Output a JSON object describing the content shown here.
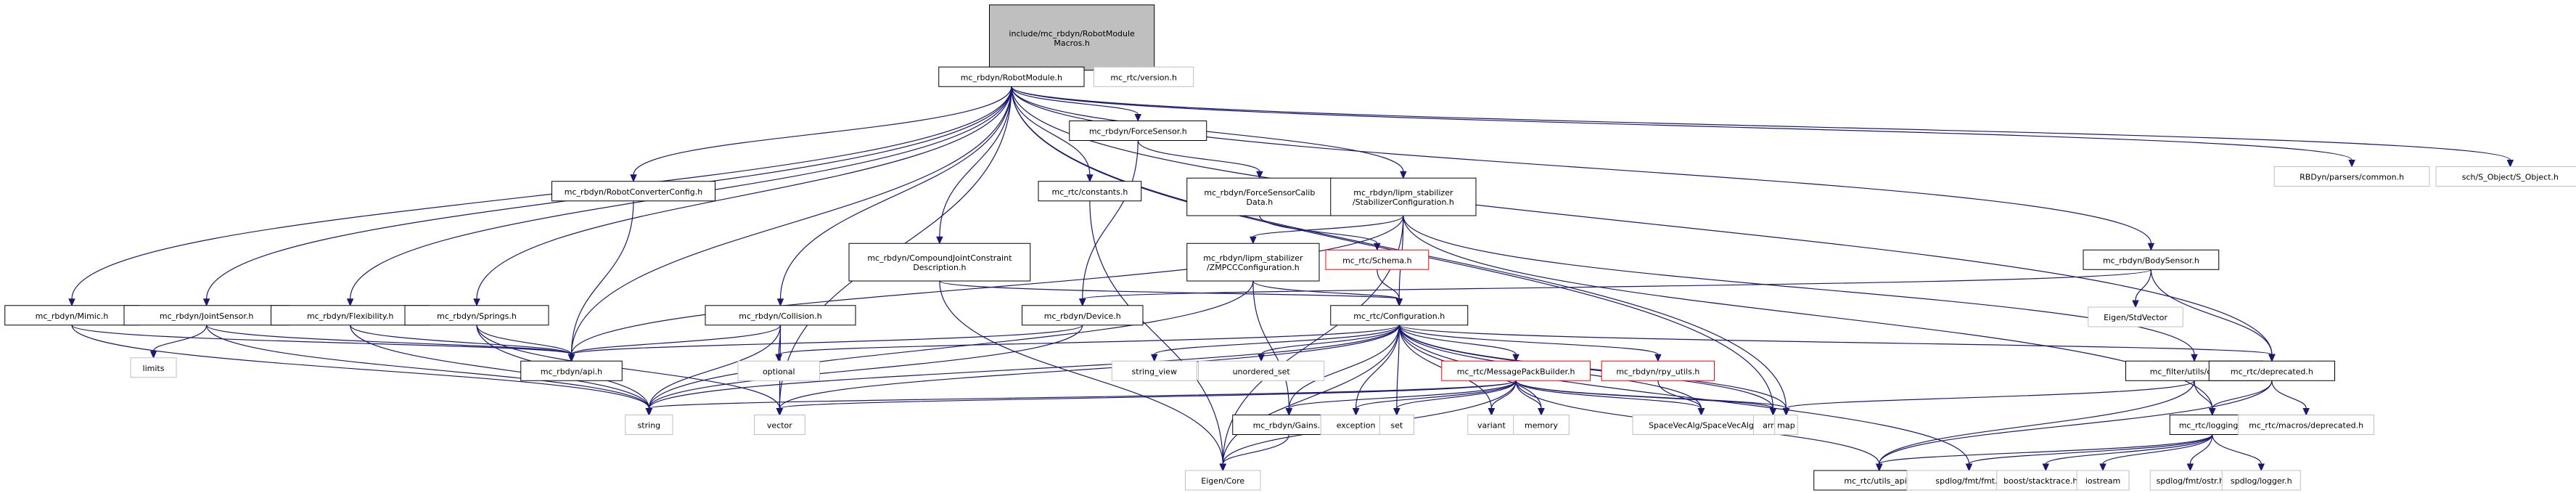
{
  "title": "include/mc_rbdyn/RobotModuleMacros.h include dependency graph",
  "colors": {
    "edge": "#191970",
    "documented_border": "#000000",
    "external_border": "#bfbfbf",
    "incomplete_border": "#ff0000",
    "root_fill": "#bfbfbf"
  },
  "nodes": [
    {
      "id": "root",
      "label": [
        "include/mc_rbdyn/RobotModule",
        "Macros.h"
      ],
      "kind": "root"
    },
    {
      "id": "robotmodule",
      "label": [
        "mc_rbdyn/RobotModule.h"
      ],
      "kind": "doc"
    },
    {
      "id": "version",
      "label": [
        "mc_rtc/version.h"
      ],
      "kind": "ext"
    },
    {
      "id": "forcesensor",
      "label": [
        "mc_rbdyn/ForceSensor.h"
      ],
      "kind": "doc"
    },
    {
      "id": "rbdyncommon",
      "label": [
        "RBDyn/parsers/common.h"
      ],
      "kind": "ext"
    },
    {
      "id": "sobject",
      "label": [
        "sch/S_Object/S_Object.h"
      ],
      "kind": "ext"
    },
    {
      "id": "robotconverter",
      "label": [
        "mc_rbdyn/RobotConverterConfig.h"
      ],
      "kind": "doc"
    },
    {
      "id": "constants",
      "label": [
        "mc_rtc/constants.h"
      ],
      "kind": "doc"
    },
    {
      "id": "fscalib",
      "label": [
        "mc_rbdyn/ForceSensorCalib",
        "Data.h"
      ],
      "kind": "doc"
    },
    {
      "id": "stabconf",
      "label": [
        "mc_rbdyn/lipm_stabilizer",
        "/StabilizerConfiguration.h"
      ],
      "kind": "doc"
    },
    {
      "id": "compound",
      "label": [
        "mc_rbdyn/CompoundJointConstraint",
        "Description.h"
      ],
      "kind": "doc"
    },
    {
      "id": "zmpcc",
      "label": [
        "mc_rbdyn/lipm_stabilizer",
        "/ZMPCCConfiguration.h"
      ],
      "kind": "doc"
    },
    {
      "id": "schema",
      "label": [
        "mc_rtc/Schema.h"
      ],
      "kind": "red"
    },
    {
      "id": "bodysensor",
      "label": [
        "mc_rbdyn/BodySensor.h"
      ],
      "kind": "doc"
    },
    {
      "id": "mimic",
      "label": [
        "mc_rbdyn/Mimic.h"
      ],
      "kind": "doc"
    },
    {
      "id": "jointsensor",
      "label": [
        "mc_rbdyn/JointSensor.h"
      ],
      "kind": "doc"
    },
    {
      "id": "flexibility",
      "label": [
        "mc_rbdyn/Flexibility.h"
      ],
      "kind": "doc"
    },
    {
      "id": "springs",
      "label": [
        "mc_rbdyn/Springs.h"
      ],
      "kind": "doc"
    },
    {
      "id": "collision",
      "label": [
        "mc_rbdyn/Collision.h"
      ],
      "kind": "doc"
    },
    {
      "id": "device",
      "label": [
        "mc_rbdyn/Device.h"
      ],
      "kind": "doc"
    },
    {
      "id": "configuration",
      "label": [
        "mc_rtc/Configuration.h"
      ],
      "kind": "doc"
    },
    {
      "id": "eigenstdvector",
      "label": [
        "Eigen/StdVector"
      ],
      "kind": "ext"
    },
    {
      "id": "limits",
      "label": [
        "limits"
      ],
      "kind": "ext"
    },
    {
      "id": "api",
      "label": [
        "mc_rbdyn/api.h"
      ],
      "kind": "doc"
    },
    {
      "id": "optional",
      "label": [
        "optional"
      ],
      "kind": "ext"
    },
    {
      "id": "string_view",
      "label": [
        "string_view"
      ],
      "kind": "ext"
    },
    {
      "id": "unordered_set",
      "label": [
        "unordered_set"
      ],
      "kind": "ext"
    },
    {
      "id": "msgpack",
      "label": [
        "mc_rtc/MessagePackBuilder.h"
      ],
      "kind": "red"
    },
    {
      "id": "rpy",
      "label": [
        "mc_rbdyn/rpy_utils.h"
      ],
      "kind": "red"
    },
    {
      "id": "clamp",
      "label": [
        "mc_filter/utils/clamp.h"
      ],
      "kind": "doc"
    },
    {
      "id": "deprecated",
      "label": [
        "mc_rtc/deprecated.h"
      ],
      "kind": "doc"
    },
    {
      "id": "string",
      "label": [
        "string"
      ],
      "kind": "ext"
    },
    {
      "id": "vector",
      "label": [
        "vector"
      ],
      "kind": "ext"
    },
    {
      "id": "gains",
      "label": [
        "mc_rbdyn/Gains.h"
      ],
      "kind": "doc"
    },
    {
      "id": "exception",
      "label": [
        "exception"
      ],
      "kind": "ext"
    },
    {
      "id": "set",
      "label": [
        "set"
      ],
      "kind": "ext"
    },
    {
      "id": "variant",
      "label": [
        "variant"
      ],
      "kind": "ext"
    },
    {
      "id": "memory",
      "label": [
        "memory"
      ],
      "kind": "ext"
    },
    {
      "id": "sva",
      "label": [
        "SpaceVecAlg/SpaceVecAlg"
      ],
      "kind": "ext"
    },
    {
      "id": "array",
      "label": [
        "array"
      ],
      "kind": "ext"
    },
    {
      "id": "map",
      "label": [
        "map"
      ],
      "kind": "ext"
    },
    {
      "id": "logging",
      "label": [
        "mc_rtc/logging.h"
      ],
      "kind": "doc"
    },
    {
      "id": "macrosdep",
      "label": [
        "mc_rtc/macros/deprecated.h"
      ],
      "kind": "ext"
    },
    {
      "id": "eigencore",
      "label": [
        "Eigen/Core"
      ],
      "kind": "ext"
    },
    {
      "id": "utilsapi",
      "label": [
        "mc_rtc/utils_api.h"
      ],
      "kind": "doc"
    },
    {
      "id": "fmt",
      "label": [
        "spdlog/fmt/fmt.h"
      ],
      "kind": "ext"
    },
    {
      "id": "stacktrace",
      "label": [
        "boost/stacktrace.hpp"
      ],
      "kind": "ext"
    },
    {
      "id": "iostream",
      "label": [
        "iostream"
      ],
      "kind": "ext"
    },
    {
      "id": "ostr",
      "label": [
        "spdlog/fmt/ostr.h"
      ],
      "kind": "ext"
    },
    {
      "id": "logger",
      "label": [
        "spdlog/logger.h"
      ],
      "kind": "ext"
    }
  ],
  "edges": [
    [
      "root",
      "robotmodule"
    ],
    [
      "root",
      "version"
    ],
    [
      "robotmodule",
      "forcesensor"
    ],
    [
      "robotmodule",
      "rbdyncommon"
    ],
    [
      "robotmodule",
      "sobject"
    ],
    [
      "robotmodule",
      "robotconverter"
    ],
    [
      "robotmodule",
      "constants"
    ],
    [
      "robotmodule",
      "stabconf"
    ],
    [
      "robotmodule",
      "compound"
    ],
    [
      "robotmodule",
      "bodysensor"
    ],
    [
      "robotmodule",
      "mimic"
    ],
    [
      "robotmodule",
      "jointsensor"
    ],
    [
      "robotmodule",
      "flexibility"
    ],
    [
      "robotmodule",
      "springs"
    ],
    [
      "robotmodule",
      "collision"
    ],
    [
      "robotmodule",
      "api"
    ],
    [
      "robotmodule",
      "vector"
    ],
    [
      "robotmodule",
      "array"
    ],
    [
      "robotmodule",
      "map"
    ],
    [
      "robotmodule",
      "deprecated"
    ],
    [
      "forcesensor",
      "fscalib"
    ],
    [
      "forcesensor",
      "device"
    ],
    [
      "fscalib",
      "schema"
    ],
    [
      "stabconf",
      "zmpcc"
    ],
    [
      "stabconf",
      "configuration"
    ],
    [
      "stabconf",
      "api"
    ],
    [
      "stabconf",
      "clamp"
    ],
    [
      "stabconf",
      "logging"
    ],
    [
      "stabconf",
      "eigencore"
    ],
    [
      "zmpcc",
      "configuration"
    ],
    [
      "zmpcc",
      "string"
    ],
    [
      "zmpcc",
      "gains"
    ],
    [
      "compound",
      "configuration"
    ],
    [
      "compound",
      "eigencore"
    ],
    [
      "schema",
      "configuration"
    ],
    [
      "constants",
      "eigencore"
    ],
    [
      "robotconverter",
      "api"
    ],
    [
      "bodysensor",
      "device"
    ],
    [
      "bodysensor",
      "eigenstdvector"
    ],
    [
      "bodysensor",
      "deprecated"
    ],
    [
      "mimic",
      "api"
    ],
    [
      "mimic",
      "string"
    ],
    [
      "jointsensor",
      "limits"
    ],
    [
      "jointsensor",
      "api"
    ],
    [
      "jointsensor",
      "string"
    ],
    [
      "flexibility",
      "api"
    ],
    [
      "flexibility",
      "string"
    ],
    [
      "springs",
      "api"
    ],
    [
      "springs",
      "string"
    ],
    [
      "springs",
      "vector"
    ],
    [
      "collision",
      "api"
    ],
    [
      "collision",
      "optional"
    ],
    [
      "collision",
      "string"
    ],
    [
      "collision",
      "vector"
    ],
    [
      "device",
      "api"
    ],
    [
      "device",
      "string"
    ],
    [
      "configuration",
      "optional"
    ],
    [
      "configuration",
      "string_view"
    ],
    [
      "configuration",
      "unordered_set"
    ],
    [
      "configuration",
      "msgpack"
    ],
    [
      "configuration",
      "rpy"
    ],
    [
      "configuration",
      "deprecated"
    ],
    [
      "configuration",
      "string"
    ],
    [
      "configuration",
      "vector"
    ],
    [
      "configuration",
      "gains"
    ],
    [
      "configuration",
      "exception"
    ],
    [
      "configuration",
      "set"
    ],
    [
      "configuration",
      "variant"
    ],
    [
      "configuration",
      "memory"
    ],
    [
      "configuration",
      "sva"
    ],
    [
      "configuration",
      "array"
    ],
    [
      "configuration",
      "map"
    ],
    [
      "configuration",
      "eigencore"
    ],
    [
      "configuration",
      "fmt"
    ],
    [
      "msgpack",
      "string"
    ],
    [
      "msgpack",
      "vector"
    ],
    [
      "msgpack",
      "gains"
    ],
    [
      "msgpack",
      "exception"
    ],
    [
      "msgpack",
      "set"
    ],
    [
      "msgpack",
      "variant"
    ],
    [
      "msgpack",
      "memory"
    ],
    [
      "msgpack",
      "sva"
    ],
    [
      "msgpack",
      "array"
    ],
    [
      "msgpack",
      "map"
    ],
    [
      "msgpack",
      "eigencore"
    ],
    [
      "msgpack",
      "utilsapi"
    ],
    [
      "rpy",
      "sva"
    ],
    [
      "gains",
      "eigencore"
    ],
    [
      "clamp",
      "map"
    ],
    [
      "clamp",
      "logging"
    ],
    [
      "clamp",
      "utilsapi"
    ],
    [
      "deprecated",
      "logging"
    ],
    [
      "deprecated",
      "macrosdep"
    ],
    [
      "deprecated",
      "utilsapi"
    ],
    [
      "logging",
      "utilsapi"
    ],
    [
      "logging",
      "fmt"
    ],
    [
      "logging",
      "stacktrace"
    ],
    [
      "logging",
      "iostream"
    ],
    [
      "logging",
      "ostr"
    ],
    [
      "logging",
      "logger"
    ]
  ]
}
